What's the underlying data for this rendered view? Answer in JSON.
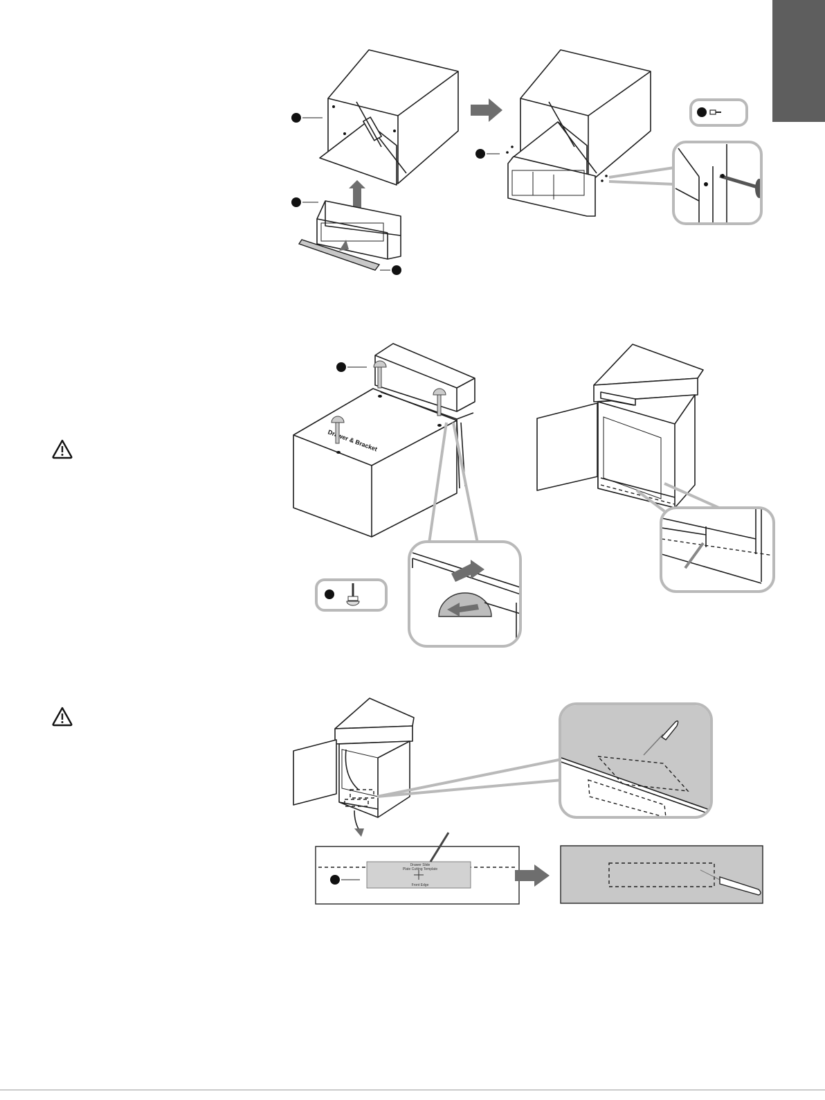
{
  "page": {
    "language_tab_color": "#5e5e5e"
  },
  "colors": {
    "line": "#1e1e1e",
    "callout_border": "#b9b9b9",
    "arrow": "#6e6e6e",
    "surface": "#c8c8c8"
  },
  "icons": {
    "warning_1": "warning-triangle-icon",
    "warning_2": "warning-triangle-icon"
  },
  "step3_template": {
    "line1": "Drawer Slide",
    "line2": "Plate Cutting Template",
    "line3": "Front Edge"
  }
}
